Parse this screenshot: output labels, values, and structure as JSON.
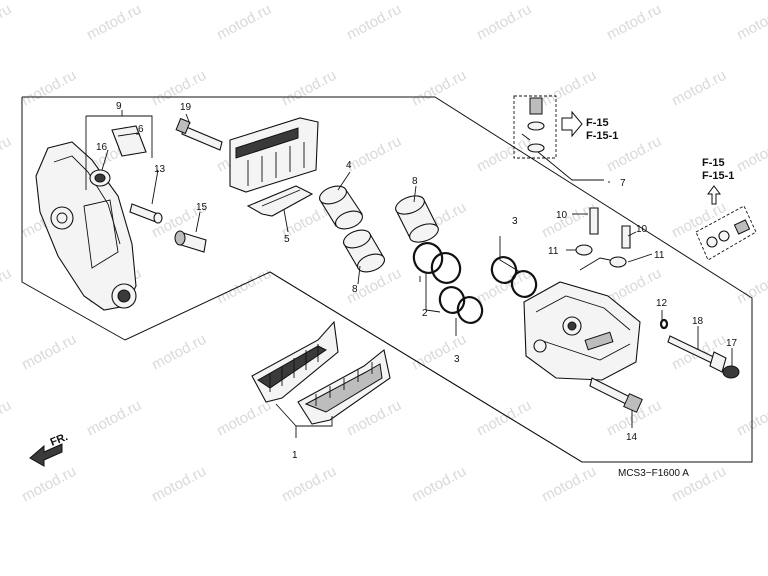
{
  "watermark": "motod.ru",
  "diagram_code": "MCS3−F1600 A",
  "front_label": "FR.",
  "references": {
    "top": [
      "F-15",
      "F-15-1"
    ],
    "right": [
      "F-15",
      "F-15-1"
    ]
  },
  "callouts": [
    {
      "id": "c1",
      "text": "1"
    },
    {
      "id": "c2",
      "text": "2"
    },
    {
      "id": "c3a",
      "text": "3"
    },
    {
      "id": "c3b",
      "text": "3"
    },
    {
      "id": "c4",
      "text": "4"
    },
    {
      "id": "c5",
      "text": "5"
    },
    {
      "id": "c6",
      "text": "6"
    },
    {
      "id": "c7",
      "text": "7"
    },
    {
      "id": "c8a",
      "text": "8"
    },
    {
      "id": "c8b",
      "text": "8"
    },
    {
      "id": "c9",
      "text": "9"
    },
    {
      "id": "c10a",
      "text": "10"
    },
    {
      "id": "c10b",
      "text": "10"
    },
    {
      "id": "c11a",
      "text": "11"
    },
    {
      "id": "c11b",
      "text": "11"
    },
    {
      "id": "c12",
      "text": "12"
    },
    {
      "id": "c13",
      "text": "13"
    },
    {
      "id": "c14",
      "text": "14"
    },
    {
      "id": "c15",
      "text": "15"
    },
    {
      "id": "c16",
      "text": "16"
    },
    {
      "id": "c17",
      "text": "17"
    },
    {
      "id": "c18",
      "text": "18"
    },
    {
      "id": "c19",
      "text": "19"
    }
  ]
}
